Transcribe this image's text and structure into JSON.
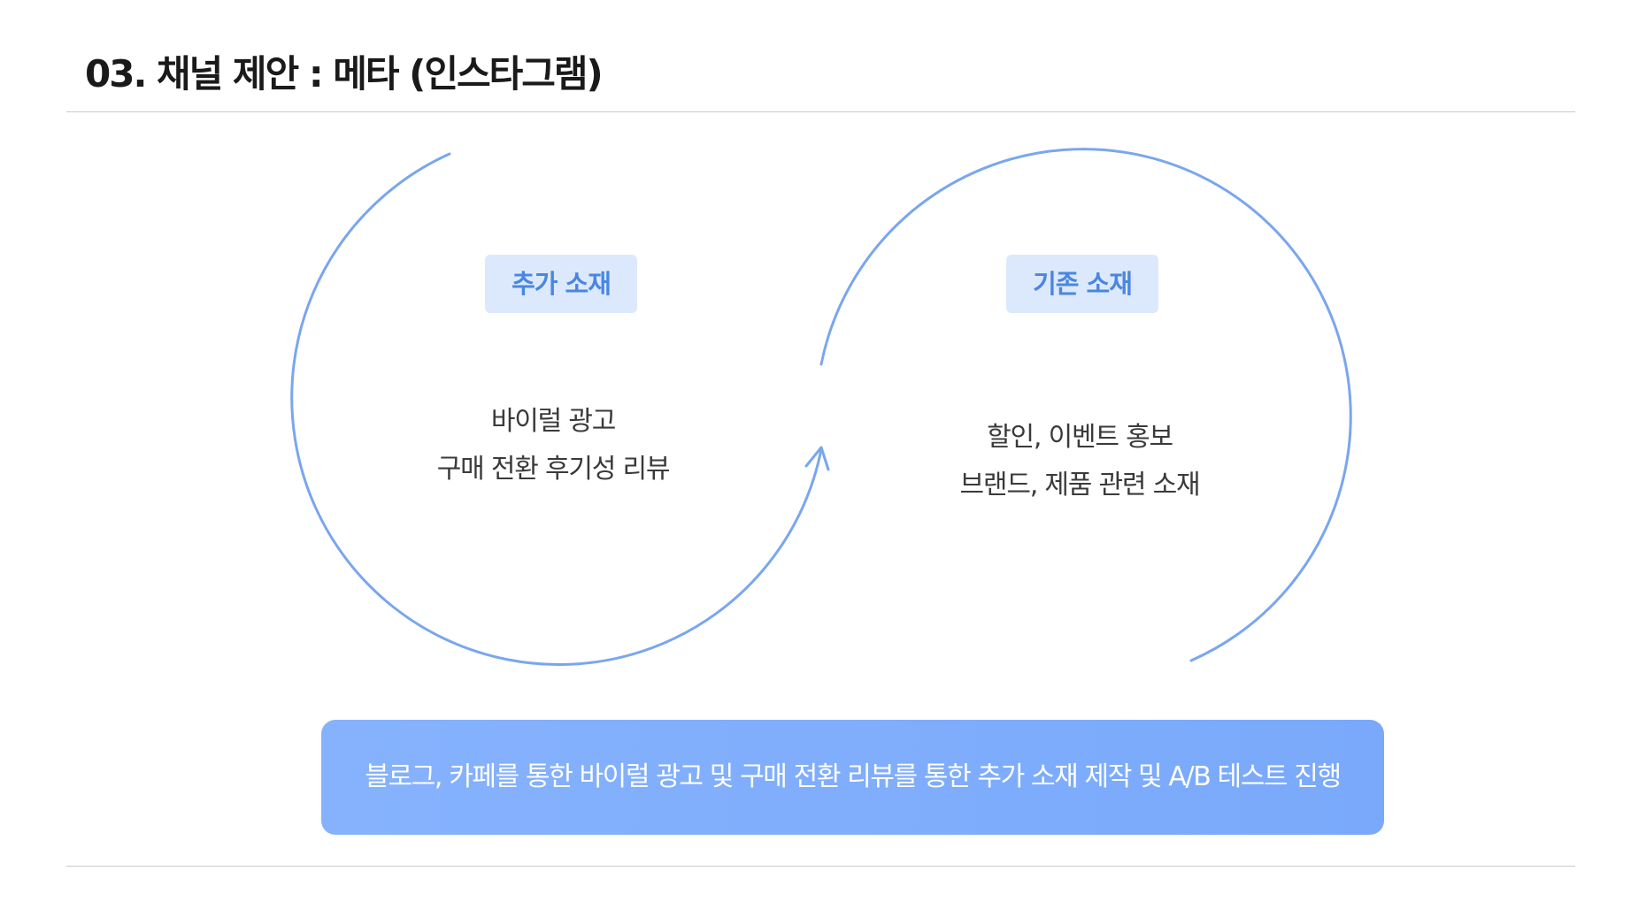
{
  "title": "03. 채널 제안 : 메타 (인스타그램)",
  "colors": {
    "accent": "#7aa9fb",
    "circle_stroke": "#79a6ee",
    "tag_background": "#dce9fc",
    "tag_text": "#4a86e0"
  },
  "left_cycle": {
    "tag": "추가 소재",
    "lines": [
      "바이럴 광고",
      "구매 전환 후기성 리뷰"
    ]
  },
  "right_cycle": {
    "tag": "기존 소재",
    "lines": [
      "할인, 이벤트 홍보",
      "브랜드, 제품 관련 소재"
    ]
  },
  "banner": {
    "text": "블로그, 카페를 통한 바이럴 광고 및 구매 전환 리뷰를 통한 추가 소재 제작 및 A/B 테스트 진행"
  }
}
